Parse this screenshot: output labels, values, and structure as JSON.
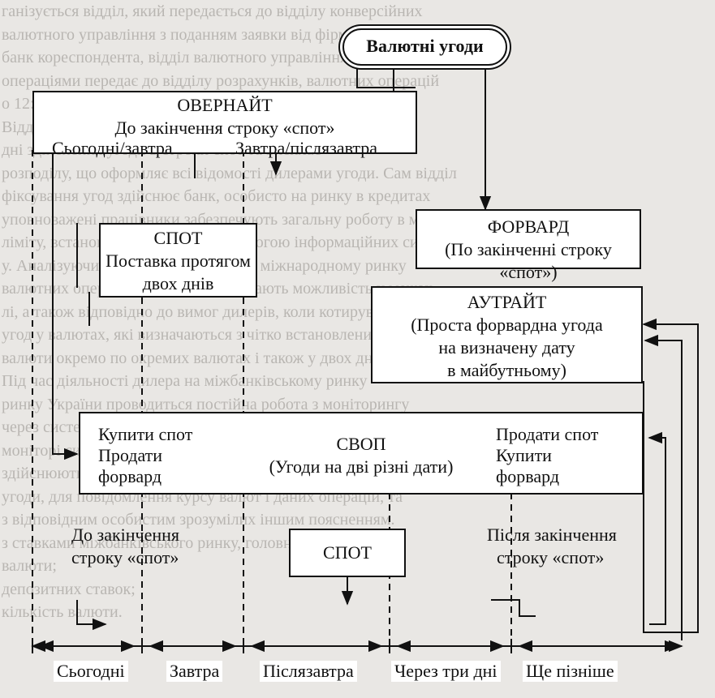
{
  "title": "Валютні угоди",
  "overnight": {
    "heading": "ОВЕРНАЙТ",
    "subheading": "До закінчення строку «спот»",
    "left": "Сьогодні/завтра",
    "right": "Завтра/післязавтра"
  },
  "spot_box": {
    "heading": "СПОТ",
    "line1": "Поставка протягом",
    "line2": "двох днів"
  },
  "forward": {
    "heading": "ФОРВАРД",
    "subheading": "(По закінченні строку «спот»)"
  },
  "outright": {
    "heading": "АУТРАЙТ",
    "line1": "(Проста форвардна угода",
    "line2": "на визначену дату",
    "line3": "в майбутньому)"
  },
  "swap": {
    "heading": "СВОП",
    "subheading": "(Угоди на дві різні дати)",
    "left1": "Купити спот",
    "left2": "Продати",
    "left3": "форвард",
    "right1": "Продати спот",
    "right2": "Купити",
    "right3": "форвард"
  },
  "before_spot": {
    "line1": "До закінчення",
    "line2": "строку «спот»"
  },
  "after_spot": {
    "line1": "Після закінчення",
    "line2": "строку «спот»"
  },
  "spot_bottom": "СПОТ",
  "axis": [
    "Сьогодні",
    "Завтра",
    "Післязавтра",
    "Через три дні",
    "Ще пізніше"
  ]
}
